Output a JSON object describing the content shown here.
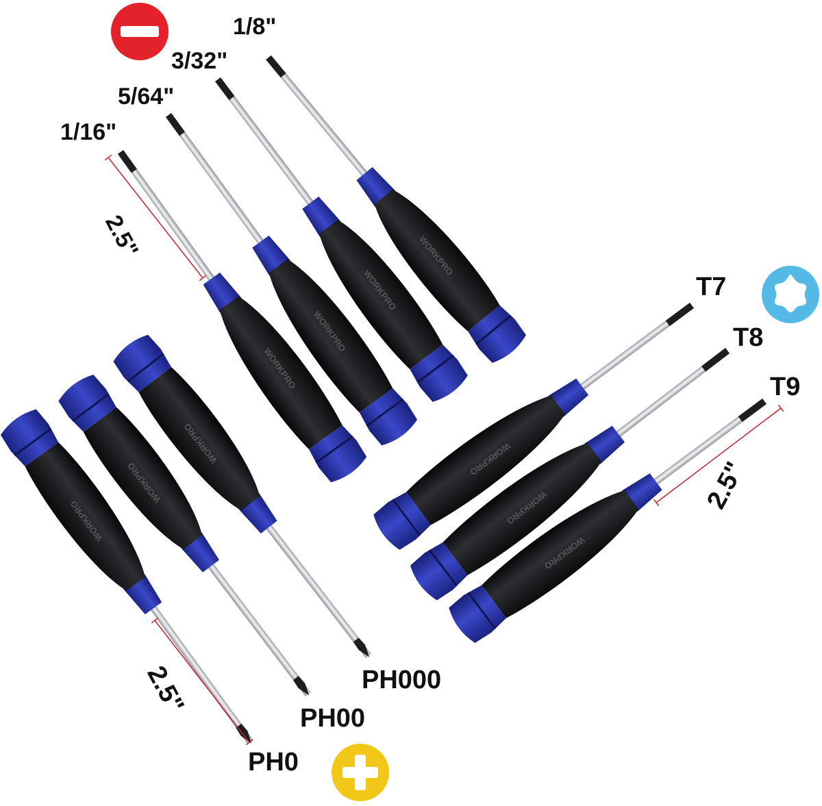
{
  "colors": {
    "handle_black": "#1a1a1c",
    "handle_blue": "#2a36a8",
    "handle_blue_dark": "#1a2378",
    "shaft": "#d8dade",
    "measure_line": "#c2212b",
    "slotted_badge": "#e3222c",
    "phillips_badge": "#f2c818",
    "torx_badge": "#55b9e6",
    "label_text": "#111111"
  },
  "icons": {
    "slotted": "minus-sign-icon",
    "phillips": "plus-sign-icon",
    "torx": "torx-star-icon"
  },
  "brand": "WORKPRO",
  "slotted": {
    "sizes": [
      "1/8\"",
      "3/32\"",
      "5/64\"",
      "1/16\""
    ],
    "length": "2.5\""
  },
  "phillips": {
    "sizes": [
      "PH000",
      "PH00",
      "PH0"
    ],
    "length": "2.5\""
  },
  "torx": {
    "sizes": [
      "T7",
      "T8",
      "T9"
    ],
    "length": "2.5\""
  }
}
